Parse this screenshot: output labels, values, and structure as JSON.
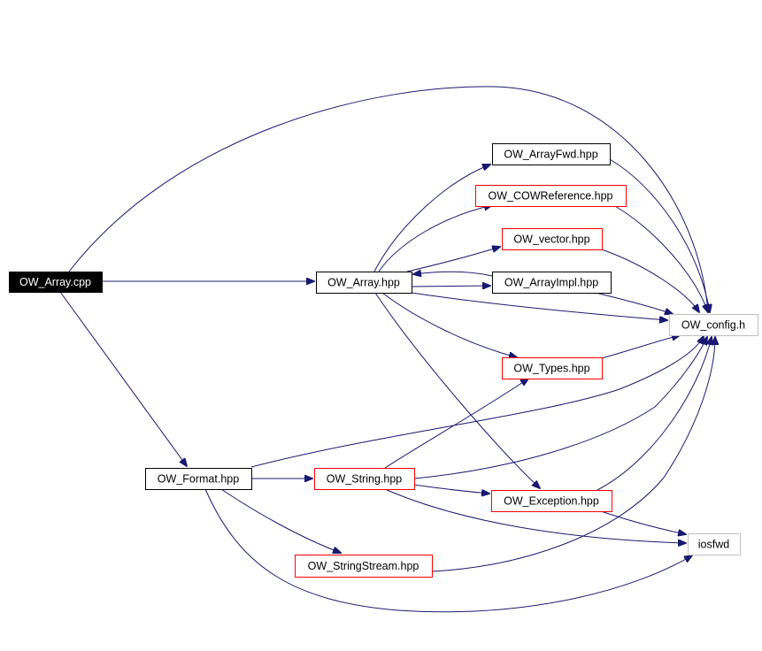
{
  "colors": {
    "edge": "#191970",
    "documented_border": "#000000",
    "undocumented_border": "#ff0000",
    "external_border": "#bfbfbf",
    "root_fill": "#000000",
    "root_text": "#ffffff",
    "node_fill": "#ffffff",
    "node_text": "#000000"
  },
  "nodes": [
    {
      "id": "ow_array_cpp",
      "label": "OW_Array.cpp",
      "kind": "root"
    },
    {
      "id": "ow_array_hpp",
      "label": "OW_Array.hpp",
      "kind": "documented"
    },
    {
      "id": "ow_arrayfwd_hpp",
      "label": "OW_ArrayFwd.hpp",
      "kind": "documented"
    },
    {
      "id": "ow_cowreference_hpp",
      "label": "OW_COWReference.hpp",
      "kind": "undocumented"
    },
    {
      "id": "ow_vector_hpp",
      "label": "OW_vector.hpp",
      "kind": "undocumented"
    },
    {
      "id": "ow_arrayimpl_hpp",
      "label": "OW_ArrayImpl.hpp",
      "kind": "documented"
    },
    {
      "id": "ow_config_h",
      "label": "OW_config.h",
      "kind": "external"
    },
    {
      "id": "ow_types_hpp",
      "label": "OW_Types.hpp",
      "kind": "undocumented"
    },
    {
      "id": "ow_format_hpp",
      "label": "OW_Format.hpp",
      "kind": "documented"
    },
    {
      "id": "ow_string_hpp",
      "label": "OW_String.hpp",
      "kind": "undocumented"
    },
    {
      "id": "ow_exception_hpp",
      "label": "OW_Exception.hpp",
      "kind": "undocumented"
    },
    {
      "id": "iosfwd",
      "label": "iosfwd",
      "kind": "external"
    },
    {
      "id": "ow_stringstream_hpp",
      "label": "OW_StringStream.hpp",
      "kind": "undocumented"
    }
  ],
  "edges": [
    {
      "from": "ow_array_cpp",
      "to": "ow_array_hpp"
    },
    {
      "from": "ow_array_cpp",
      "to": "ow_config_h"
    },
    {
      "from": "ow_array_cpp",
      "to": "ow_format_hpp"
    },
    {
      "from": "ow_array_hpp",
      "to": "ow_arrayfwd_hpp"
    },
    {
      "from": "ow_array_hpp",
      "to": "ow_cowreference_hpp"
    },
    {
      "from": "ow_array_hpp",
      "to": "ow_vector_hpp"
    },
    {
      "from": "ow_array_hpp",
      "to": "ow_arrayimpl_hpp"
    },
    {
      "from": "ow_arrayimpl_hpp",
      "to": "ow_array_hpp"
    },
    {
      "from": "ow_array_hpp",
      "to": "ow_config_h"
    },
    {
      "from": "ow_array_hpp",
      "to": "ow_types_hpp"
    },
    {
      "from": "ow_array_hpp",
      "to": "ow_exception_hpp"
    },
    {
      "from": "ow_arrayfwd_hpp",
      "to": "ow_config_h"
    },
    {
      "from": "ow_cowreference_hpp",
      "to": "ow_config_h"
    },
    {
      "from": "ow_vector_hpp",
      "to": "ow_config_h"
    },
    {
      "from": "ow_arrayimpl_hpp",
      "to": "ow_config_h"
    },
    {
      "from": "ow_types_hpp",
      "to": "ow_config_h"
    },
    {
      "from": "ow_format_hpp",
      "to": "ow_config_h"
    },
    {
      "from": "ow_format_hpp",
      "to": "ow_string_hpp"
    },
    {
      "from": "ow_format_hpp",
      "to": "ow_stringstream_hpp"
    },
    {
      "from": "ow_format_hpp",
      "to": "iosfwd"
    },
    {
      "from": "ow_string_hpp",
      "to": "ow_types_hpp"
    },
    {
      "from": "ow_string_hpp",
      "to": "ow_config_h"
    },
    {
      "from": "ow_string_hpp",
      "to": "ow_exception_hpp"
    },
    {
      "from": "ow_string_hpp",
      "to": "iosfwd"
    },
    {
      "from": "ow_exception_hpp",
      "to": "ow_config_h"
    },
    {
      "from": "ow_exception_hpp",
      "to": "iosfwd"
    },
    {
      "from": "ow_stringstream_hpp",
      "to": "ow_config_h"
    }
  ]
}
